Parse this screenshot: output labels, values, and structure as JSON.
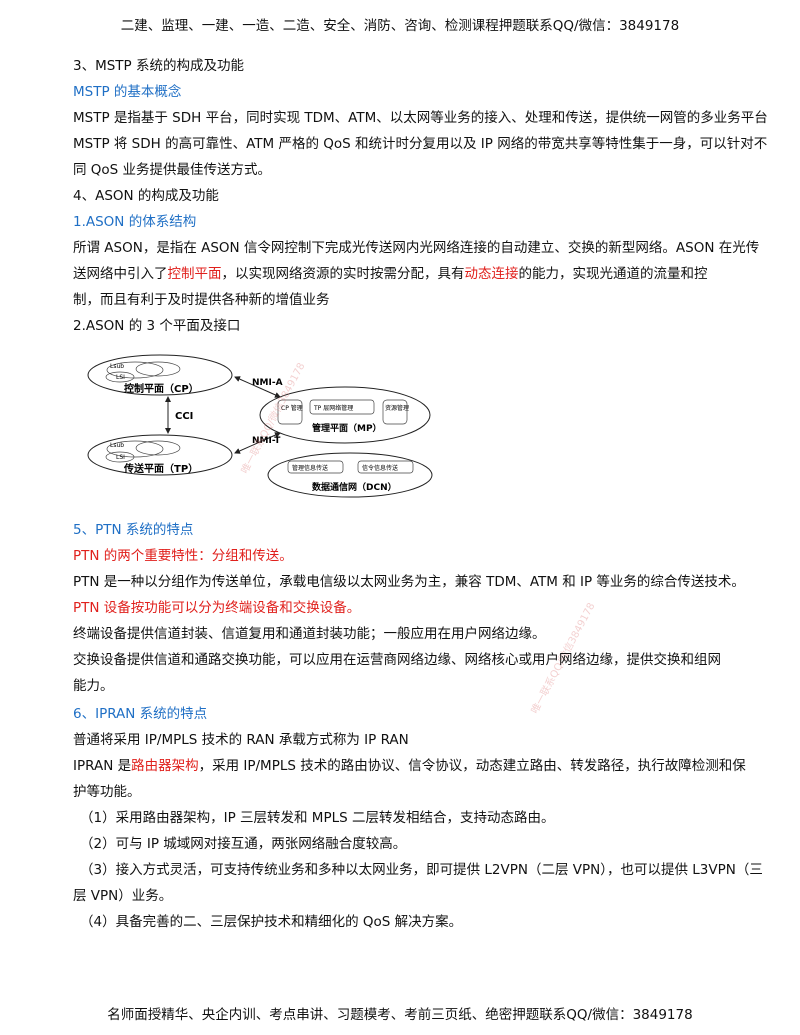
{
  "header": "二建、监理、一建、一造、二造、安全、消防、咨询、检测课程押题联系QQ/微信：3849178",
  "footer": "名师面授精华、央企内训、考点串讲、习题模考、考前三页纸、绝密押题联系QQ/微信：3849178",
  "watermark": "唯一联系QQ/微信3849178",
  "sections": {
    "mstp": {
      "heading": "3、MSTP 系统的构成及功能",
      "subheading": "MSTP 的基本概念",
      "lines": [
        "MSTP 是指基于 SDH 平台，同时实现 TDM、ATM、以太网等业务的接入、处理和传送，提供统一网管的多业务平台",
        "MSTP 将 SDH 的高可靠性、ATM 严格的 QoS 和统计时分复用以及 IP 网络的带宽共享等特性集于一身，可以针对不",
        "同 QoS 业务提供最佳传送方式。"
      ]
    },
    "ason": {
      "heading": "4、ASON 的构成及功能",
      "sub1": "1.ASON 的体系结构",
      "p1_line1": "所谓 ASON，是指在 ASON 信令网控制下完成光传送网内光网络连接的自动建立、交换的新型网络。ASON 在光传",
      "p1_line2_a": "送网络中引入了",
      "p1_line2_b": "控制平面",
      "p1_line2_c": "，以实现网络资源的实时按需分配，具有",
      "p1_line2_d": "动态连接",
      "p1_line2_e": "的能力，实现光通道的流量和控",
      "p1_line3": "制，而且有利于及时提供各种新的增值业务",
      "sub2": "2.ASON 的 3 个平面及接口"
    },
    "diagram": {
      "cp": "控制平面（CP）",
      "tp": "传送平面（TP）",
      "mp": "管理平面（MP）",
      "dcn": "数据通信网（DCN）",
      "cci": "CCI",
      "nmi_a": "NMI-A",
      "nmi_t": "NMI-T",
      "cp_mgmt": "CP 管理",
      "tp_mgmt": "TP 层网络管理",
      "res_mgmt": "资源管理",
      "dcn_box1": "管理信息传送",
      "dcn_box2": "信令信息传送",
      "lsub": "Lsub",
      "lsi": "LSI"
    },
    "ptn": {
      "heading": "5、PTN 系统的特点",
      "red1": "PTN 的两个重要特性：分组和传送。",
      "line1": "PTN 是一种以分组作为传送单位，承载电信级以太网业务为主，兼容 TDM、ATM 和 IP 等业务的综合传送技术。",
      "red2": "PTN 设备按功能可以分为终端设备和交换设备。",
      "line2": "终端设备提供信道封装、信道复用和通道封装功能；一般应用在用户网络边缘。",
      "line3": "交换设备提供信道和通路交换功能，可以应用在运营商网络边缘、网络核心或用户网络边缘，提供交换和组网",
      "line4": "能力。"
    },
    "ipran": {
      "heading": "6、IPRAN 系统的特点",
      "line1": "普通将采用 IP/MPLS 技术的 RAN 承载方式称为 IP RAN",
      "line2_a": "IPRAN 是",
      "line2_b": "路由器架构",
      "line2_c": "，采用 IP/MPLS 技术的路由协议、信令协议，动态建立路由、转发路径，执行故障检测和保",
      "line3": "护等功能。",
      "items": [
        "（1）采用路由器架构，IP 三层转发和 MPLS 二层转发相结合，支持动态路由。",
        "（2）可与 IP 城域网对接互通，两张网络融合度较高。",
        "（3）接入方式灵活，可支持传统业务和多种以太网业务，即可提供 L2VPN（二层 VPN），也可以提供 L3VPN（三",
        "层 VPN）业务。",
        "（4）具备完善的二、三层保护技术和精细化的 QoS 解决方案。"
      ]
    }
  }
}
